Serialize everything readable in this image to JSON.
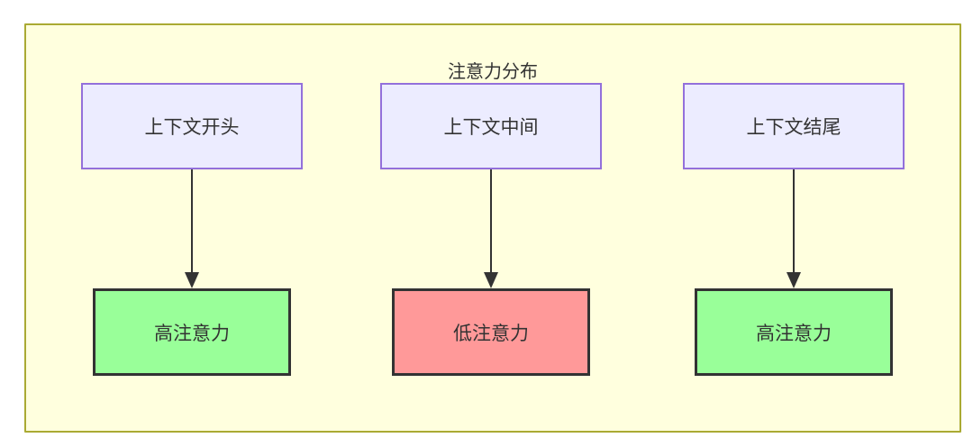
{
  "diagram": {
    "title": "注意力分布",
    "type": "flowchart",
    "colors": {
      "container_fill": "#ffffde",
      "container_stroke": "#aaaa33",
      "source_node_fill": "#ECECFF",
      "source_node_stroke": "#9370DB",
      "high_attention_fill": "#99ff99",
      "low_attention_fill": "#ff9999",
      "result_node_stroke": "#333333",
      "arrow_color": "#333333",
      "text_color": "#333333"
    },
    "columns": [
      {
        "source": {
          "label": "上下文开头"
        },
        "target": {
          "label": "高注意力",
          "level": "high"
        }
      },
      {
        "source": {
          "label": "上下文中间"
        },
        "target": {
          "label": "低注意力",
          "level": "low"
        }
      },
      {
        "source": {
          "label": "上下文结尾"
        },
        "target": {
          "label": "高注意力",
          "level": "high"
        }
      }
    ]
  }
}
